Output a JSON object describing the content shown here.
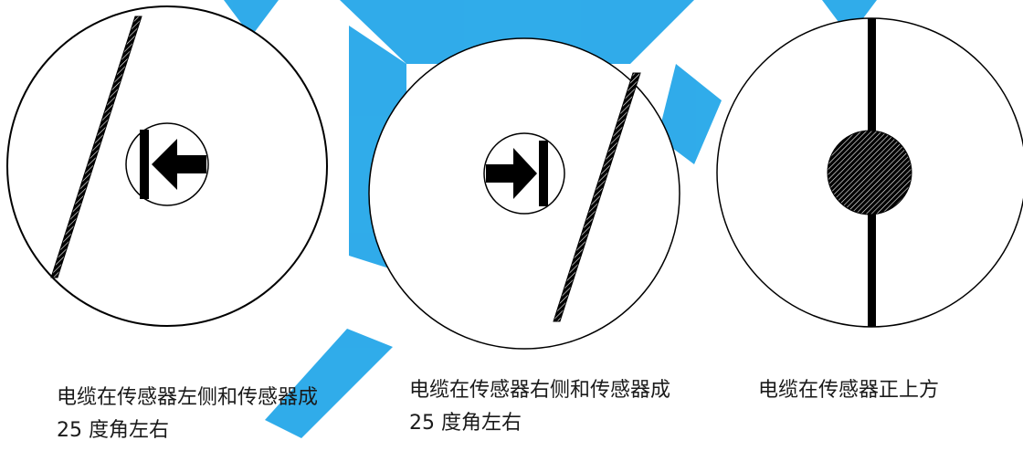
{
  "panels": [
    {
      "caption": "电缆在传感器左侧和传感器成 25 度角左右",
      "arrow_direction": "left"
    },
    {
      "caption": "电缆在传感器右侧和传感器成 25 度角左右",
      "arrow_direction": "right"
    },
    {
      "caption": "电缆在传感器正上方",
      "arrow_direction": "none"
    }
  ],
  "colors": {
    "line": "#000000",
    "watermark": "#1aa3e8",
    "background": "#ffffff"
  }
}
